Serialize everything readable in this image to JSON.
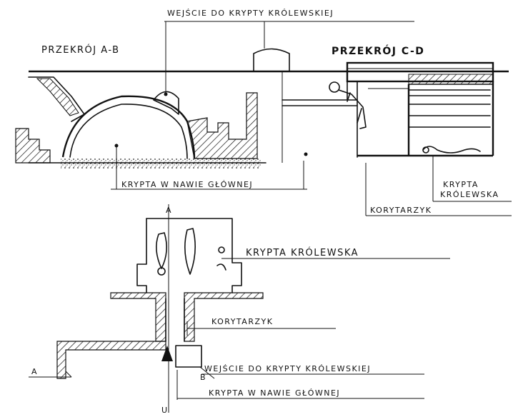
{
  "labels": {
    "entrance_top": "WEJŚCIE DO KRYPTY KRÓLEWSKIEJ",
    "section_ab": "PRZEKRÓJ A-B",
    "section_cd": "PRZEKRÓJ C-D",
    "crypt_nave_top": "KRYPTA W NAWIE GŁÓWNEJ",
    "royal_crypt_top_1": "KRYPTA",
    "royal_crypt_top_2": "KRÓLEWSKA",
    "corridor_top": "KORYTARZYK",
    "royal_crypt_plan": "KRYPTA KRÓLEWSKA",
    "corridor_plan": "KORYTARZYK",
    "entrance_plan": "WEJŚCIE DO KRYPTY KRÓLEWSKIEJ",
    "crypt_nave_plan": "KRYPTA W NAWIE GŁÓWNEJ"
  },
  "markers": {
    "a_top": "A",
    "a_left": "A",
    "b": "B",
    "u": "U"
  }
}
